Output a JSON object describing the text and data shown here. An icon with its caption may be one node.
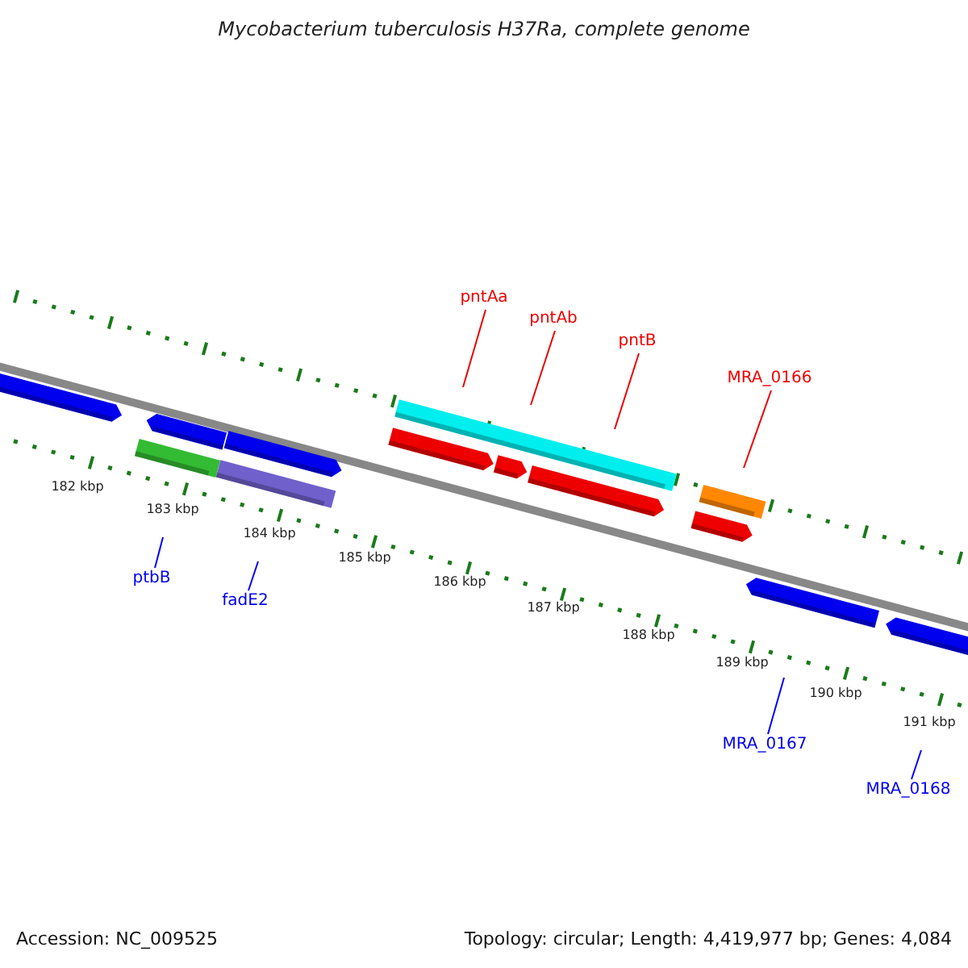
{
  "diagram": {
    "title": "Mycobacterium tuberculosis H37Ra, complete genome",
    "nodes": [
      {
        "text": [
          "pntAa"
        ]
      },
      {
        "text": [
          "pntAb"
        ]
      },
      {
        "text": [
          "pntB"
        ]
      },
      {
        "text": [
          "MRA_0166"
        ]
      },
      {
        "text": [
          "ptbB"
        ]
      },
      {
        "text": [
          "fadE2"
        ]
      },
      {
        "text": [
          "MRA_0167"
        ]
      },
      {
        "text": [
          "MRA_0168"
        ]
      }
    ],
    "edges": [
      {
        "from": 0,
        "to": null,
        "arrow": "none"
      },
      {
        "from": 1,
        "to": null,
        "arrow": "none"
      },
      {
        "from": 2,
        "to": null,
        "arrow": "none"
      },
      {
        "from": 3,
        "to": null,
        "arrow": "none"
      },
      {
        "from": 4,
        "to": null,
        "arrow": "none",
        "color": "#0000ff"
      },
      {
        "from": 5,
        "to": null,
        "arrow": "none",
        "color": "#0000ff"
      },
      {
        "from": 6,
        "to": null,
        "arrow": "none",
        "color": "#0000ff"
      },
      {
        "from": 7,
        "to": null,
        "arrow": "none",
        "color": "#0000ff"
      }
    ],
    "labels": [
      "182 kbp",
      "183 kbp",
      "184 kbp",
      "185 kbp",
      "186 kbp",
      "187 kbp",
      "188 kbp",
      "189 kbp",
      "190 kbp",
      "191 kbp",
      "Accession: NC_009525",
      "Topology: circular; Length: 4,419,977 bp; Genes: 4,084"
    ]
  }
}
